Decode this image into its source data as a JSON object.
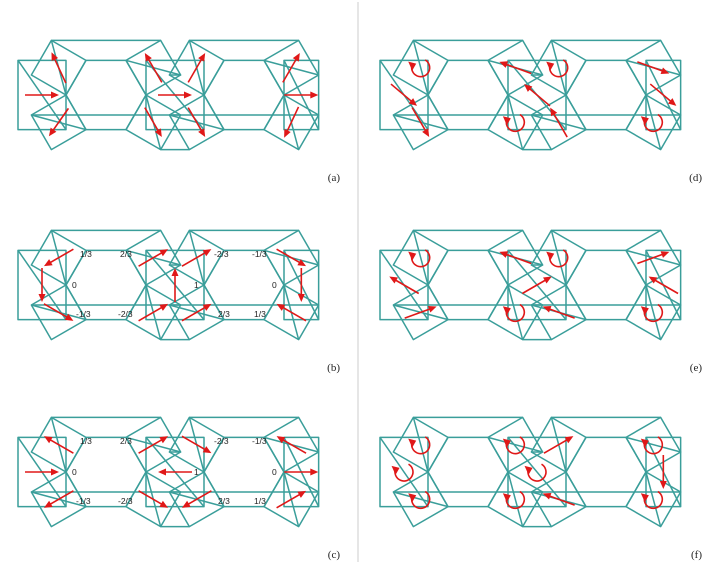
{
  "colors": {
    "lattice": "#3a9e9a",
    "arrow": "#e01818",
    "background": "#ffffff"
  },
  "panels": [
    {
      "id": "a",
      "label": "(a)",
      "numbers": [],
      "arrows": [
        {
          "t": "arrow",
          "a": -115
        },
        {
          "t": "arrow",
          "a": -120
        },
        {
          "t": "arrow",
          "a": -60
        },
        {
          "t": "arrow",
          "a": -60
        },
        {
          "t": "arrow",
          "a": 0
        },
        {
          "t": "arrow",
          "a": 0
        },
        {
          "t": "arrow",
          "a": 0
        },
        {
          "t": "arrow",
          "a": 125
        },
        {
          "t": "arrow",
          "a": 60
        },
        {
          "t": "arrow",
          "a": 60
        },
        {
          "t": "arrow",
          "a": 115
        }
      ]
    },
    {
      "id": "b",
      "label": "(b)",
      "numbers": [
        {
          "text": "1/3",
          "k": 0
        },
        {
          "text": "2/3",
          "k": 1
        },
        {
          "text": "-2/3",
          "k": 2
        },
        {
          "text": "-1/3",
          "k": 3
        },
        {
          "text": "0",
          "k": 4
        },
        {
          "text": "1",
          "k": 5
        },
        {
          "text": "0",
          "k": 6
        },
        {
          "text": "-1/3",
          "k": 7
        },
        {
          "text": "-2/3",
          "k": 8
        },
        {
          "text": "2/3",
          "k": 9
        },
        {
          "text": "1/3",
          "k": 10
        }
      ],
      "arrows": [
        {
          "t": "arrow",
          "a": 150
        },
        {
          "t": "arrow",
          "a": -30
        },
        {
          "t": "arrow",
          "a": -30
        },
        {
          "t": "arrow",
          "a": 30
        },
        {
          "t": "arrow",
          "a": 90
        },
        {
          "t": "arrow",
          "a": -90
        },
        {
          "t": "arrow",
          "a": 90
        },
        {
          "t": "arrow",
          "a": 30
        },
        {
          "t": "arrow",
          "a": -30
        },
        {
          "t": "arrow",
          "a": -30
        },
        {
          "t": "arrow",
          "a": 210
        }
      ]
    },
    {
      "id": "c",
      "label": "(c)",
      "numbers": [
        {
          "text": "1/3",
          "k": 0
        },
        {
          "text": "2/3",
          "k": 1
        },
        {
          "text": "-2/3",
          "k": 2
        },
        {
          "text": "-1/3",
          "k": 3
        },
        {
          "text": "0",
          "k": 4
        },
        {
          "text": "1",
          "k": 5
        },
        {
          "text": "0",
          "k": 6
        },
        {
          "text": "-1/3",
          "k": 7
        },
        {
          "text": "-2/3",
          "k": 8
        },
        {
          "text": "2/3",
          "k": 9
        },
        {
          "text": "1/3",
          "k": 10
        }
      ],
      "arrows": [
        {
          "t": "arrow",
          "a": 210
        },
        {
          "t": "arrow",
          "a": -30
        },
        {
          "t": "arrow",
          "a": 30
        },
        {
          "t": "arrow",
          "a": 210
        },
        {
          "t": "arrow",
          "a": 0
        },
        {
          "t": "arrow",
          "a": 180
        },
        {
          "t": "arrow",
          "a": 0
        },
        {
          "t": "arrow",
          "a": 150
        },
        {
          "t": "arrow",
          "a": 30
        },
        {
          "t": "arrow",
          "a": 150
        },
        {
          "t": "arrow",
          "a": -30
        }
      ]
    },
    {
      "id": "d",
      "label": "(d)",
      "numbers": [],
      "arrows": [
        {
          "t": "rot",
          "a": 0
        },
        {
          "t": "arrow",
          "a": 200
        },
        {
          "t": "rot",
          "a": 0
        },
        {
          "t": "arrow",
          "a": 20
        },
        {
          "t": "arrow",
          "a": 40
        },
        {
          "t": "arrow",
          "a": 220
        },
        {
          "t": "arrow",
          "a": 40
        },
        {
          "t": "arrow",
          "a": 60
        },
        {
          "t": "rot",
          "a": 0
        },
        {
          "t": "arrow",
          "a": 240
        },
        {
          "t": "rot",
          "a": 0
        }
      ]
    },
    {
      "id": "e",
      "label": "(e)",
      "numbers": [],
      "arrows": [
        {
          "t": "rot",
          "a": 0
        },
        {
          "t": "arrow",
          "a": 200
        },
        {
          "t": "rot",
          "a": 0
        },
        {
          "t": "arrow",
          "a": -20
        },
        {
          "t": "arrow",
          "a": 210
        },
        {
          "t": "arrow",
          "a": -30
        },
        {
          "t": "arrow",
          "a": 210
        },
        {
          "t": "arrow",
          "a": -20
        },
        {
          "t": "rot",
          "a": 0
        },
        {
          "t": "arrow",
          "a": 200
        },
        {
          "t": "rot",
          "a": 0
        }
      ]
    },
    {
      "id": "f",
      "label": "(f)",
      "numbers": [],
      "arrows": [
        {
          "t": "rot",
          "a": 0
        },
        {
          "t": "rot",
          "a": 0
        },
        {
          "t": "arrow",
          "a": -30
        },
        {
          "t": "rot",
          "a": 0
        },
        {
          "t": "rot",
          "a": 0
        },
        {
          "t": "rot",
          "a": 0
        },
        {
          "t": "arrow",
          "a": 90
        },
        {
          "t": "rot",
          "a": 0
        },
        {
          "t": "rot",
          "a": 0
        },
        {
          "t": "arrow",
          "a": 200
        },
        {
          "t": "rot",
          "a": 0
        }
      ]
    }
  ]
}
